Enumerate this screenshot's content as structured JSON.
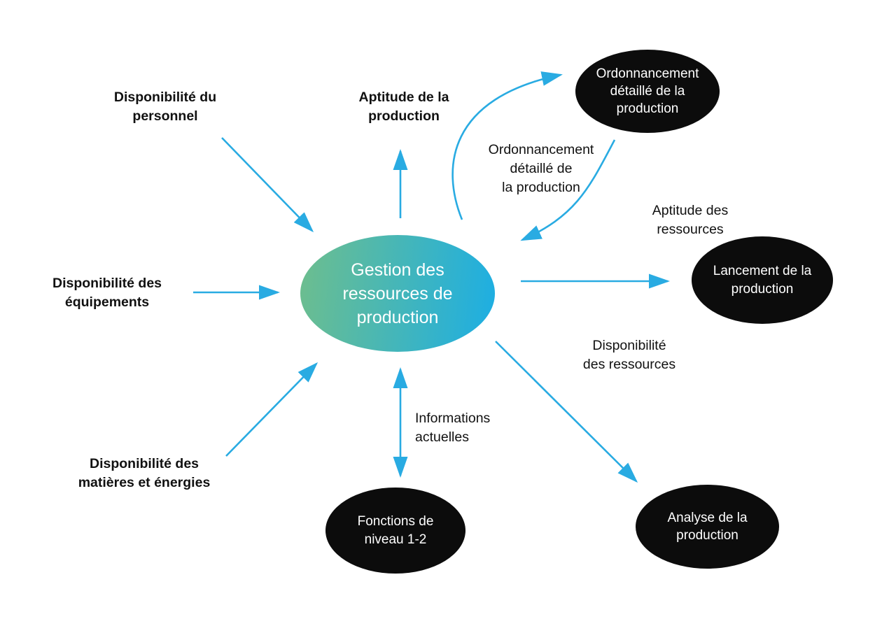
{
  "diagram": {
    "colors": {
      "arrow": "#29abe2",
      "node_fill": "#0c0c0c",
      "node_text": "#ffffff",
      "label_text": "#111111",
      "gradient_start": "#6ebe8d",
      "gradient_end": "#1caee4",
      "background": "#ffffff"
    },
    "center_node": {
      "label": "Gestion des\nressources de\nproduction"
    },
    "nodes": {
      "ordonnancement": {
        "label": "Ordonnancement\ndétaillé de la\nproduction"
      },
      "lancement": {
        "label": "Lancement de la\nproduction"
      },
      "analyse": {
        "label": "Analyse de la\nproduction"
      },
      "fonctions": {
        "label": "Fonctions de\nniveau 1-2"
      }
    },
    "outer_labels": {
      "personnel": "Disponibilité du\npersonnel",
      "aptitude_production": "Aptitude de la\nproduction",
      "equipements": "Disponibilité des\néquipements",
      "matieres": "Disponibilité des\nmatières et énergies"
    },
    "edge_labels": {
      "ordonnancement_detaille": "Ordonnancement\ndétaillé de\nla production",
      "aptitude_ressources": "Aptitude des\nressources",
      "disponibilite_ressources": "Disponibilité\ndes ressources",
      "informations_actuelles": "Informations\nactuelles"
    }
  }
}
